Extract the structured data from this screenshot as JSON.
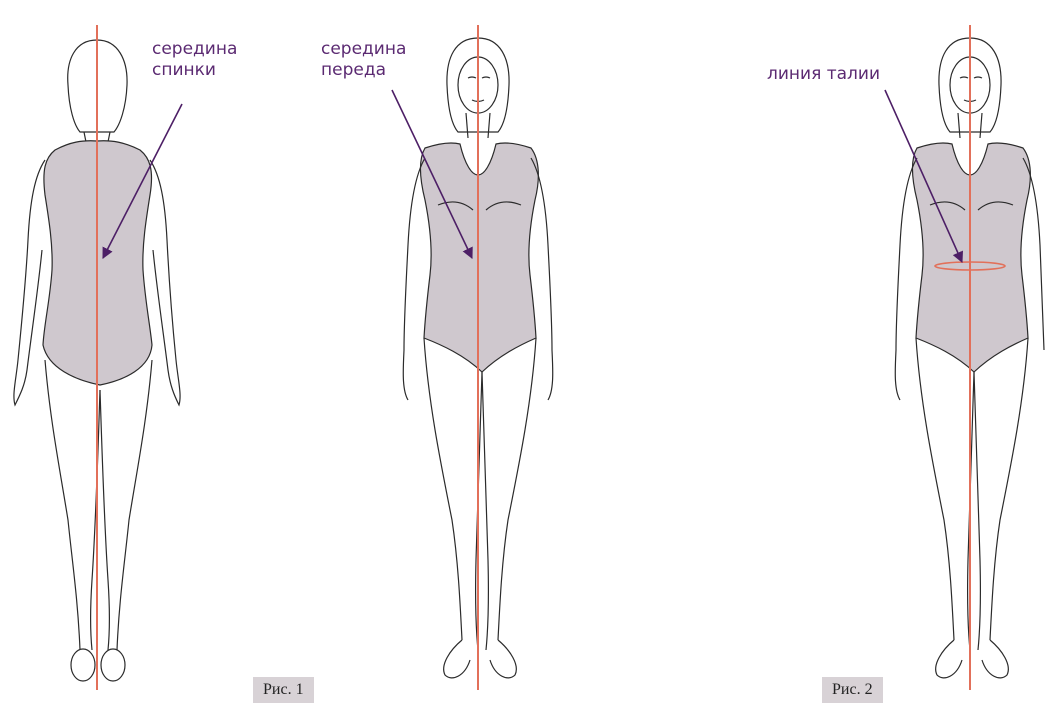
{
  "colors": {
    "label": "#5b2a72",
    "arrow": "#4d1f66",
    "center_line": "#e2705a",
    "garment": "#cfc8ce",
    "outline": "#2b2b2b",
    "caption_bg": "#d8d2d6"
  },
  "figures": [
    {
      "view": "back",
      "label_lines": [
        "середина",
        "спинки"
      ]
    },
    {
      "view": "front",
      "label_lines": [
        "середина",
        "переда"
      ]
    },
    {
      "view": "front",
      "label_lines": [
        "линия талии"
      ]
    }
  ],
  "captions": [
    "Рис. 1",
    "Рис. 2"
  ]
}
